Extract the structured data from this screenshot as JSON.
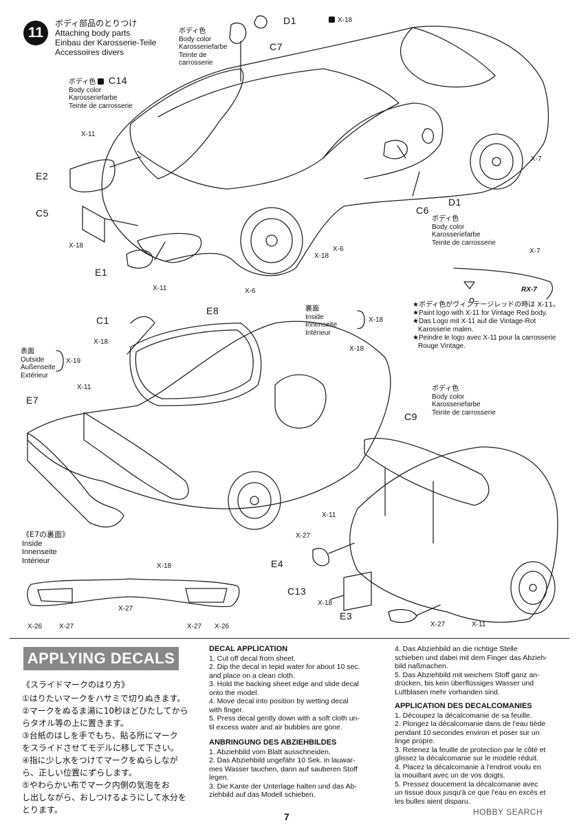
{
  "step": {
    "number": "11",
    "title_jp": "ボディ部品のとりつけ",
    "title_en": "Attaching body parts",
    "title_de": "Einbau der Karosserie-Teile",
    "title_fr": "Accessoires divers"
  },
  "body_color": {
    "jp": "ボディ色",
    "en": "Body color",
    "de": "Karosseriefarbe",
    "fr": "Teinte de carrosserie",
    "fr_short": "Teinte de",
    "fr_short2": "carrosserie"
  },
  "parts": {
    "d1": "D1",
    "c7": "C7",
    "c14": "C14",
    "e2": "E2",
    "c5": "C5",
    "e1": "E1",
    "c6": "C6",
    "d1b": "D1",
    "c1": "C1",
    "e8": "E8",
    "e7": "E7",
    "c9": "C9",
    "e4": "E4",
    "c13": "C13",
    "e3": "E3"
  },
  "paints": {
    "x18": "X-18",
    "x11": "X-11",
    "x7": "X-7",
    "x6": "X-6",
    "x19": "X-19",
    "x27": "X-27",
    "x26": "X-26"
  },
  "sides": {
    "back_jp": "裏面",
    "inside": "Inside",
    "innenseite": "Innenseite",
    "interieur": "Intérieur",
    "front_jp": "表面",
    "outside": "Outside",
    "aussenseite": "Außenseite",
    "exterieur": "Extérieur",
    "e7_back": "《E7の裏面》"
  },
  "logo_note": {
    "badge": "RX-7",
    "jp": "★ボディ色がヴィンテージレッドの時は X-11。",
    "en": "★Paint logo with X-11 for Vintage Red body.",
    "de1": "★Das Logo mit X-11 auf die Vintage-Rot",
    "de2": "Karosserie malen.",
    "fr1": "★Peindre le logo avec X-11 pour la carrosserie",
    "fr2": "Rouge Vintage."
  },
  "decals": {
    "banner": "APPLYING DECALS",
    "jp_title": "《スライドマークのはり方》",
    "jp_steps": [
      "①はりたいマークをハサミで切りぬきます。",
      "②マークをぬるま湯に10秒ほどひたしてから",
      "らタオル等の上に置きます。",
      "③台紙のはしを手でもち、貼る所にマーク",
      "をスライドさせてモデルに移して下さい。",
      "④指に少し水をつけてマークをぬらしなが",
      "ら、正しい位置にずらします。",
      "⑤やわらかい布でマーク内側の気泡をお",
      "し出しながら、おしつけるようにして水分を",
      "とります。"
    ],
    "en_title": "DECAL APPLICATION",
    "en_steps": [
      "1. Cut off decal from sheet.",
      "2. Dip the decal in tepid water for about 10 sec.",
      "and place on a clean cloth.",
      "3. Hold the backing sheet edge and slide decal",
      "onto the model.",
      "4. Move decal into position by wetting decal",
      "with finger.",
      "5. Press decal gently down with a soft cloth un-",
      "til excess water and air bubbles are gone."
    ],
    "de_title": "ANBRINGUNG DES ABZIEHBILDES",
    "de_steps": [
      "1. Abziehbild vom Blatt ausschneiden.",
      "2. Das Abziehbild ungefähr 10 Sek. in lauwar-",
      "mes Wasser tauchen, dann auf sauberen Stoff",
      "legen.",
      "3. Die Kante der Unterlage halten und das Ab-",
      "ziehbild auf das Modell schieben."
    ],
    "de_steps_cont": [
      "4. Das Abziehbild an die richtige Stelle",
      "schieben und dabei mit dem Finger das Abzieh-",
      "bild naßmachen.",
      "5. Das Abziehbild mit weichem Stoff ganz an-",
      "drücken, bis kein überflüssiges Wasser und",
      "Luftblasen mehr vorhanden sind."
    ],
    "fr_title": "APPLICATION DES DECALCOMANIES",
    "fr_steps": [
      "1. Découpez la décalcomanie de sa feuille.",
      "2. Plongez la décalcomanie dans de l'eau tiède",
      "pendant 10 secondes environ et poser sur un",
      "linge propre.",
      "3. Retenez la feuille de protection par le côté et",
      "glissez la décalcomanie sur le modèle réduit.",
      "4. Placez la décalcomanie à l'endroit voulu en",
      "la mouillant avec un de vos doigts.",
      "5. Pressez doucement la décalcomanie avec",
      "un tissue doux jusqu'à ce que l'eau en excès et",
      "les bulles aient disparu."
    ]
  },
  "page_number": "7",
  "watermark": "HOBBY SEARCH"
}
